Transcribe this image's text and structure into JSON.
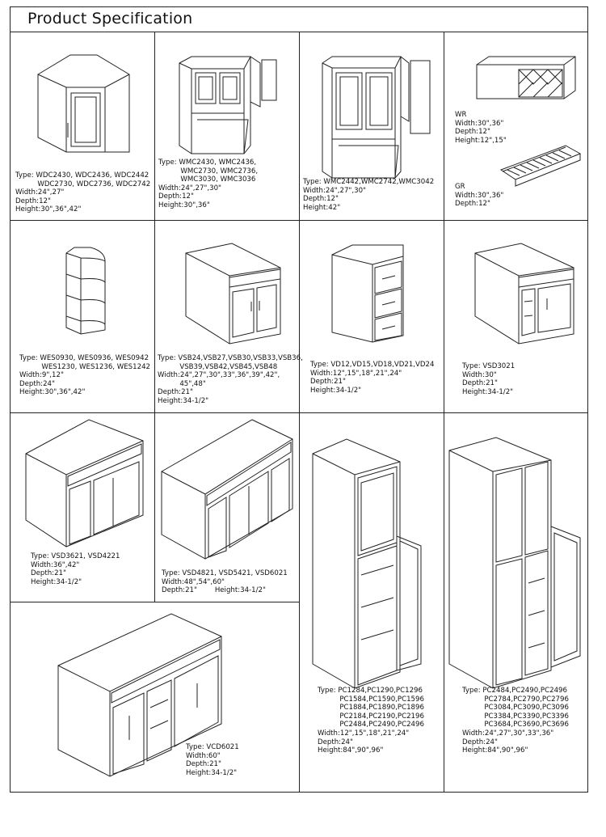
{
  "page": {
    "title": "Product Specification"
  },
  "products": {
    "wdc": {
      "lines": [
        "Type: WDC2430, WDC2436, WDC2442",
        "          WDC2730, WDC2736, WDC2742",
        "Width:24\",27\"",
        "Depth:12\"",
        "Height:30\",36\",42\""
      ]
    },
    "wmc": {
      "lines": [
        "Type: WMC2430, WMC2436,",
        "          WMC2730, WMC2736,",
        "          WMC3030, WMC3036",
        "Width:24\",27\",30\"",
        "Depth:12\"",
        "Height:30\",36\""
      ]
    },
    "wmc_tall": {
      "lines": [
        "Type: WMC2442,WMC2742,WMC3042",
        "Width:24\",27\",30\"",
        "Depth:12\"",
        "Height:42\""
      ]
    },
    "wr": {
      "lines": [
        "WR",
        "Width:30\",36\"",
        "Depth:12\"",
        "Height:12\",15\""
      ]
    },
    "gr": {
      "lines": [
        "GR",
        "Width:30\",36\"",
        "Depth:12\""
      ]
    },
    "wes": {
      "lines": [
        "Type: WES0930, WES0936, WES0942",
        "          WES1230, WES1236, WES1242",
        "Width:9\",12\"",
        "Depth:24\"",
        "Height:30\",36\",42\""
      ]
    },
    "vsb": {
      "lines": [
        "Type: VSB24,VSB27,VSB30,VSB33,VSB36,",
        "          VSB39,VSB42,VSB45,VSB48",
        "Width:24\",27\",30\",33\",36\",39\",42\",",
        "          45\",48\"",
        "Depth:21\"",
        "Height:34-1/2\""
      ]
    },
    "vd": {
      "lines": [
        "Type: VD12,VD15,VD18,VD21,VD24",
        "Width:12\",15\",18\",21\",24\"",
        "Depth:21\"",
        "Height:34-1/2\""
      ]
    },
    "vsd3021": {
      "lines": [
        "Type: VSD3021",
        "Width:30\"",
        "Depth:21\"",
        "Height:34-1/2\""
      ]
    },
    "vsd36": {
      "lines": [
        "Type: VSD3621, VSD4221",
        "Width:36\",42\"",
        "Depth:21\"",
        "Height:34-1/2\""
      ]
    },
    "vsd48": {
      "lines": [
        "Type: VSD4821, VSD5421, VSD6021",
        "Width:48\",54\",60\"",
        "Depth:21\"        Height:34-1/2\""
      ]
    },
    "pc12": {
      "lines": [
        "Type: PC1284,PC1290,PC1296",
        "          PC1584,PC1590,PC1596",
        "          PC1884,PC1890,PC1896",
        "          PC2184,PC2190,PC2196",
        "          PC2484,PC2490,PC2496",
        "Width:12\",15\",18\",21\",24\"",
        "Depth:24\"",
        "Height:84\",90\",96\""
      ]
    },
    "pc24": {
      "lines": [
        "Type: PC2484,PC2490,PC2496",
        "          PC2784,PC2790,PC2796",
        "          PC3084,PC3090,PC3096",
        "          PC3384,PC3390,PC3396",
        "          PC3684,PC3690,PC3696",
        "Width:24\",27\",30\",33\",36\"",
        "Depth:24\"",
        "Height:84\",90\",96\""
      ]
    },
    "vcd": {
      "lines": [
        "Type: VCD6021",
        "Width:60\"",
        "Depth:21\"",
        "Height:34-1/2\""
      ]
    }
  }
}
